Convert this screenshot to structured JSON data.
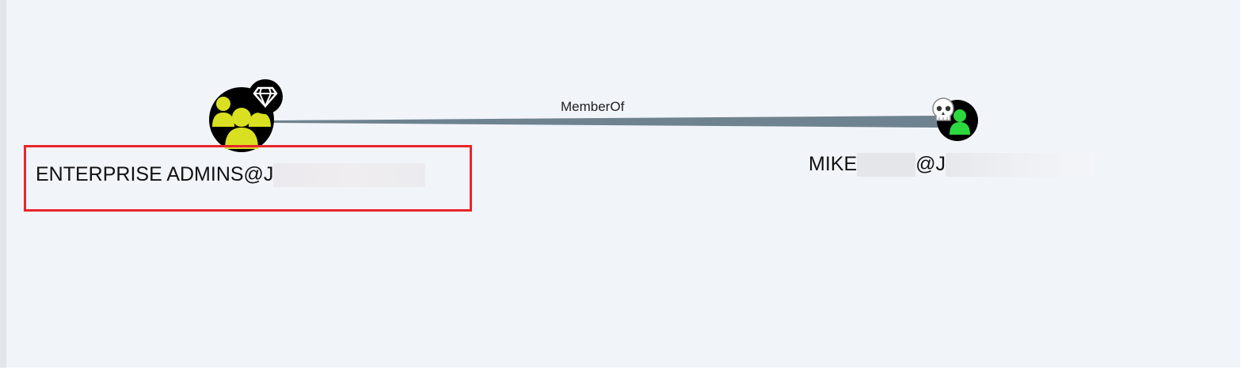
{
  "graph": {
    "edge": {
      "label": "MemberOf"
    },
    "nodes": [
      {
        "label_prefix": "ENTERPRISE ADMINS@J",
        "type_icon": "group-icon",
        "badge_icon": "diamond-icon",
        "colors": {
          "node_fill": "#d9e021",
          "node_bg": "#000000"
        }
      },
      {
        "label_prefix": "MIKE",
        "label_middle": "@J",
        "type_icon": "user-icon",
        "badge_icon": "skull-icon",
        "colors": {
          "node_fill": "#2bd83e",
          "node_bg": "#000000"
        }
      }
    ],
    "highlight_color": "#e8262b",
    "edge_color": "#6f8290"
  }
}
